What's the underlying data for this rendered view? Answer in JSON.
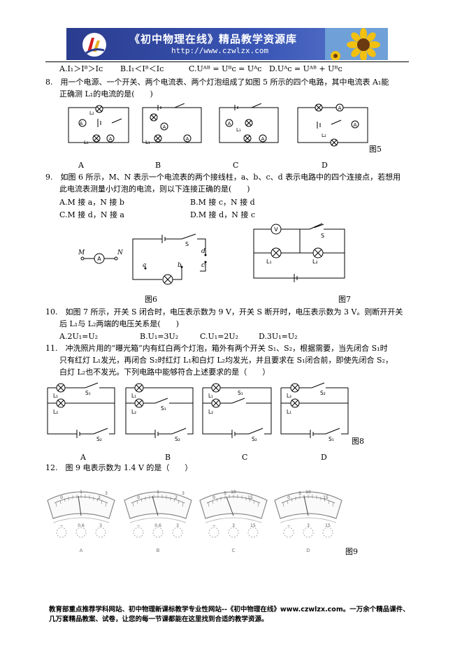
{
  "header": {
    "banner_title": "《初中物理在线》精品教学资源库",
    "banner_url": "http://www.czwlzx.com"
  },
  "q7_options": [
    "A.I₁＞Iᴮ＞Iᴄ",
    "B.I₁＜Iᴮ＜Iᴄ",
    "C.Uᴬᴮ = Uᴮᴄ = Uᴬᴄ",
    "D.Uᴬᴄ = Uᴬᴮ + Uᴮᴄ"
  ],
  "q8": {
    "line1": "8.　用一个电源、一个开关、两个电流表、两个灯泡组成了如图 5 所示的四个电路，其中电流表 A₁能",
    "line2": "正确测 L₁的电流的是(　　)",
    "labels": [
      "A",
      "B",
      "C",
      "D"
    ],
    "fig": "图5"
  },
  "q9": {
    "line1": "9.　如图 6 所示，M、N 表示一个电流表的两个接线柱，a、b、c、d 表示电路中的四个连接点，若想用",
    "line2": "此电流表测量小灯泡的电流，则以下连接正确的是(　　)",
    "options": [
      "A.M 接 a，N 接 b",
      "B.M 接 c，N 接 d",
      "C.M 接 d，N 接 a",
      "D.M 接 d，N 接 c"
    ],
    "fig6": "图6",
    "fig7": "图7"
  },
  "q10": {
    "line1": "10.　如图 7 所示，开关 S 闭合时，电压表示数为 9 V，开关 S 断开时，电压表示数为 3 V。则断开开关",
    "line2": "后 L₁与 L₂两端的电压关系是(　　)",
    "options": [
      "A.2U₁=U₂",
      "B.U₁=3U₂",
      "C.U₁=2U₂",
      "D.3U₁=U₂"
    ]
  },
  "q11": {
    "line1": "11.　冲洗照片用的“曝光箱”内有红白两个灯泡，箱外有两个开关 S₁、S₂，根据需要，当先闭合 S₁时",
    "line2": "只有红灯 L₁发光，再闭合 S₂时红灯 L₁和白灯 L₂均发光，并且要求在 S₁闭合前，即使先闭合 S₂，",
    "line3": "白灯 L₂也不发光。下列电路中能够符合上述要求的是（　　）",
    "labels": [
      "A",
      "B",
      "C",
      "D"
    ],
    "fig": "图8"
  },
  "q12": {
    "line1": "12.　图 9 电表示数为 1.4 V 的是（　　）",
    "labels": [
      "A",
      "B",
      "C",
      "D"
    ],
    "fig": "图9"
  },
  "footer": {
    "line1": "教育部重点推荐学科网站、初中物理新课标教学专业性网站--《初中物理在线》www.czwlzx.com。一万余个精品课件、",
    "line2": "几万套精品教案、试卷，让您的每一节课都能在这里找到合适的教学资源。"
  }
}
